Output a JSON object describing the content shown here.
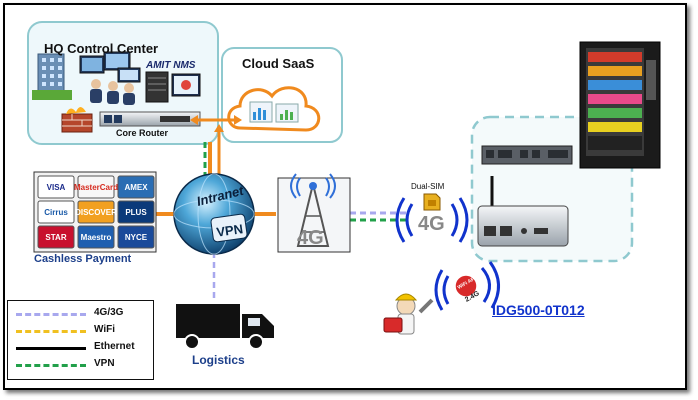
{
  "hq": {
    "title": "HQ Control Center",
    "nms_label": "AMIT NMS",
    "router_label": "Core Router"
  },
  "cloud": {
    "title": "Cloud SaaS"
  },
  "hub": {
    "top_text": "Intranet",
    "bottom_text": "VPN"
  },
  "tower": {
    "label": "4G"
  },
  "modem": {
    "label": "4G",
    "dualsim": "Dual-SIM"
  },
  "wifi_badge": {
    "top": "WiFi AP",
    "bottom": "2.4G"
  },
  "payments": {
    "label": "Cashless Payment",
    "cards": [
      "VISA",
      "MasterCard",
      "AMEX",
      "Cirrus",
      "DISCOVER",
      "PLUS",
      "STAR",
      "Maestro",
      "NYCE"
    ]
  },
  "logistics": {
    "label": "Logistics"
  },
  "device": {
    "label": "IDG500-0T012"
  },
  "legend": {
    "items": [
      {
        "label": "4G/3G",
        "color": "#a8a8ee",
        "style": "dashed"
      },
      {
        "label": "WiFi",
        "color": "#f0c020",
        "style": "dashed"
      },
      {
        "label": "Ethernet",
        "color": "#000000",
        "style": "solid"
      },
      {
        "label": "VPN",
        "color": "#22a04a",
        "style": "dashed"
      }
    ]
  },
  "colors": {
    "accent_blue": "#1133cc",
    "orange_link": "#f08a1e",
    "teal_border": "#8fc9cf"
  }
}
